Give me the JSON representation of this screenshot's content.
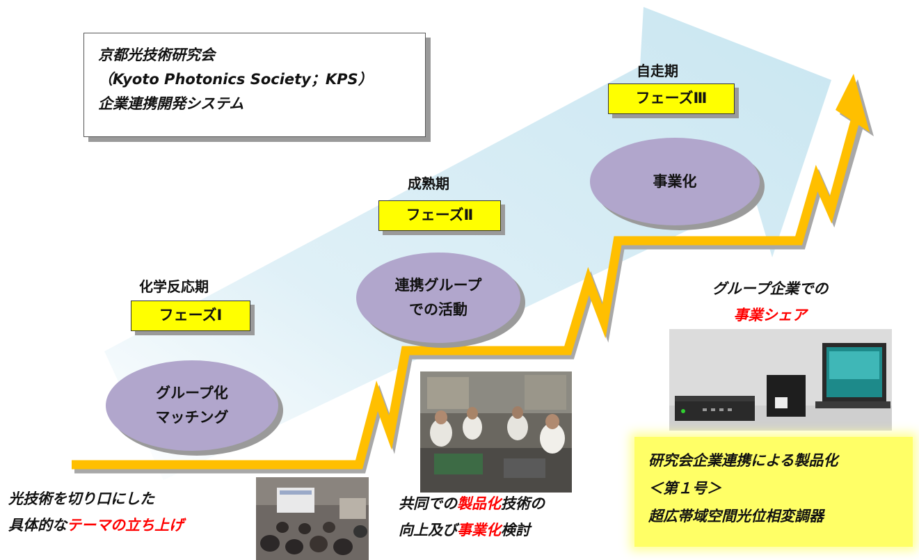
{
  "title_box": {
    "line1": "京都光技術研究会",
    "line2": "（Kyoto Photonics Society；KPS）",
    "line3": "企業連携開発システム"
  },
  "phases": [
    {
      "period": "化学反応期",
      "label": "フェーズⅠ",
      "ellipse_line1": "グループ化",
      "ellipse_line2": "マッチング"
    },
    {
      "period": "成熟期",
      "label": "フェーズⅡ",
      "ellipse_line1": "連携グループ",
      "ellipse_line2": "での活動"
    },
    {
      "period": "自走期",
      "label": "フェーズⅢ",
      "ellipse_line1": "事業化",
      "ellipse_line2": ""
    }
  ],
  "captions": {
    "left_line1": "光技術を切り口にした",
    "left_line2_plain": "具体的な",
    "left_line2_red": "テーマの立ち上げ",
    "mid_line1_a": "共同での",
    "mid_line1_red": "製品化",
    "mid_line1_b": "技術の",
    "mid_line2_a": "向上及び",
    "mid_line2_red": "事業化",
    "mid_line2_b": "検討",
    "right_line1": "グループ企業での",
    "right_line2_red": "事業シェア"
  },
  "note": {
    "line1": "研究会企業連携による製品化",
    "line2": "＜第１号＞",
    "line3": "超広帯域空間光位相変調器"
  },
  "colors": {
    "arrow_bg": "#d4ecf5",
    "ellipse": "#b1a6cc",
    "phase_box": "#ffff00",
    "step_line": "#ffbf00",
    "highlight_text": "#ff0000",
    "note_bg": "#ffff66"
  }
}
